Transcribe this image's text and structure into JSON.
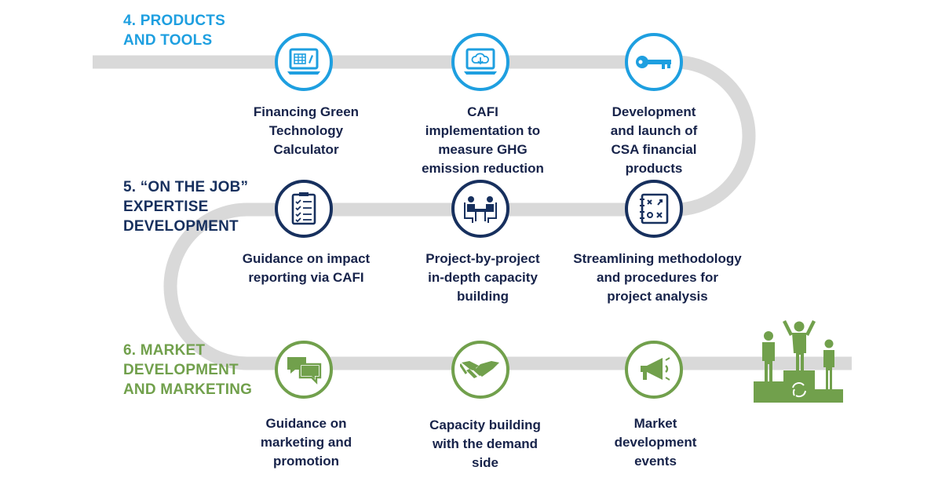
{
  "colors": {
    "blue": "#1e9fe0",
    "navy": "#17305e",
    "green": "#71a04c",
    "road": "#d9d9d9",
    "text": "#17234a"
  },
  "sections": {
    "products": {
      "title": "4. PRODUCTS\nAND TOOLS",
      "items": [
        {
          "icon": "laptop-calculator-icon",
          "caption": "Financing Green\nTechnology\nCalculator"
        },
        {
          "icon": "laptop-cloud-icon",
          "caption": "CAFI\nimplementation to\nmeasure GHG\nemission reduction"
        },
        {
          "icon": "key-icon",
          "caption": "Development\nand launch of\nCSA financial\nproducts"
        }
      ]
    },
    "on_the_job": {
      "title": "5. “ON THE JOB”\nEXPERTISE\nDEVELOPMENT",
      "items": [
        {
          "icon": "checklist-icon",
          "caption": "Guidance on impact\nreporting via CAFI"
        },
        {
          "icon": "meeting-icon",
          "caption": "Project-by-project\nin-depth capacity\nbuilding"
        },
        {
          "icon": "strategy-board-icon",
          "caption": "Streamlining methodology\nand procedures for\nproject analysis"
        }
      ]
    },
    "market": {
      "title": "6. MARKET\nDEVELOPMENT\nAND MARKETING",
      "items": [
        {
          "icon": "speech-bubbles-icon",
          "caption": "Guidance on\nmarketing and\npromotion"
        },
        {
          "icon": "handshake-icon",
          "caption": "Capacity building\nwith the demand\nside"
        },
        {
          "icon": "megaphone-icon",
          "caption": "Market\ndevelopment\nevents"
        }
      ]
    }
  },
  "finish_icon": "winners-podium-icon"
}
